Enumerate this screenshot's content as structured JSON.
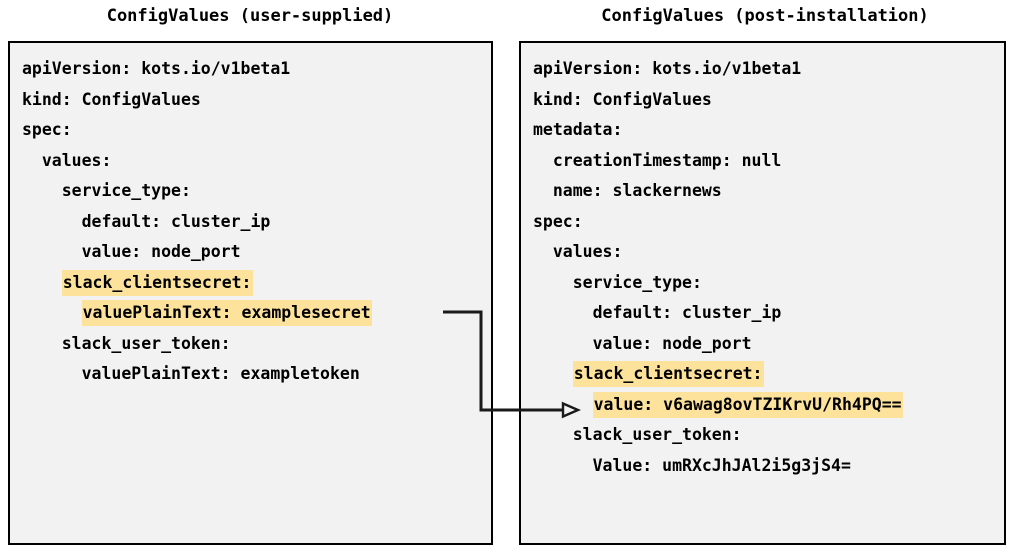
{
  "panels": [
    {
      "title": "ConfigValues (user-supplied)",
      "lines": [
        {
          "text": "apiVersion: kots.io/v1beta1",
          "highlighted": false
        },
        {
          "text": "kind: ConfigValues",
          "highlighted": false
        },
        {
          "text": "spec:",
          "highlighted": false
        },
        {
          "text": "  values:",
          "highlighted": false
        },
        {
          "text": "    service_type:",
          "highlighted": false
        },
        {
          "text": "      default: cluster_ip",
          "highlighted": false
        },
        {
          "text": "      value: node_port",
          "highlighted": false
        },
        {
          "text": "    slack_clientsecret:",
          "highlighted": true,
          "indent": 4
        },
        {
          "text": "      valuePlainText: examplesecret",
          "highlighted": true,
          "indent": 6
        },
        {
          "text": "    slack_user_token:",
          "highlighted": false
        },
        {
          "text": "      valuePlainText: exampletoken",
          "highlighted": false
        }
      ]
    },
    {
      "title": "ConfigValues (post-installation)",
      "lines": [
        {
          "text": "apiVersion: kots.io/v1beta1",
          "highlighted": false
        },
        {
          "text": "kind: ConfigValues",
          "highlighted": false
        },
        {
          "text": "metadata:",
          "highlighted": false
        },
        {
          "text": "  creationTimestamp: null",
          "highlighted": false
        },
        {
          "text": "  name: slackernews",
          "highlighted": false
        },
        {
          "text": "spec:",
          "highlighted": false
        },
        {
          "text": "  values:",
          "highlighted": false
        },
        {
          "text": "    service_type:",
          "highlighted": false
        },
        {
          "text": "      default: cluster_ip",
          "highlighted": false
        },
        {
          "text": "      value: node_port",
          "highlighted": false
        },
        {
          "text": "    slack_clientsecret:",
          "highlighted": true,
          "indent": 4
        },
        {
          "text": "      value: v6awag8ovTZIKrvU/Rh4PQ==",
          "highlighted": true,
          "indent": 6
        },
        {
          "text": "    slack_user_token:",
          "highlighted": false
        },
        {
          "text": "      Value: umRXcJhJAl2i5g3jS4=",
          "highlighted": false
        }
      ]
    }
  ],
  "connector": {
    "label": "examplesecret-to-encrypted-value-arrow",
    "from_line": "valuePlainText: examplesecret",
    "to_line": "value: v6awag8ovTZIKrvU/Rh4PQ==",
    "arrowhead": "open"
  },
  "colors": {
    "highlight": "#FCE29B",
    "panel_background": "#F2F2F2",
    "border": "#000000",
    "text": "#000000",
    "page_background": "#FFFFFF"
  }
}
